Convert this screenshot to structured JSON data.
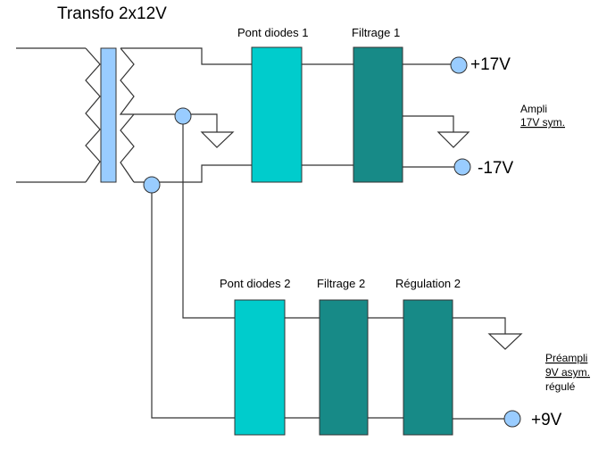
{
  "title": "Transfo 2x12V",
  "blocks": {
    "bridge1": "Pont diodes 1",
    "filter1": "Filtrage 1",
    "bridge2": "Pont diodes 2",
    "filter2": "Filtrage 2",
    "regulation2": "Régulation 2"
  },
  "outputs": {
    "plus17": "+17V",
    "minus17": "-17V",
    "plus9": "+9V"
  },
  "notes": {
    "ampli_line1": "Ampli",
    "ampli_line2": "17V sym.",
    "preampli_line1": "Préampli",
    "preampli_line2": "9V asym.",
    "preampli_line3": "régulé"
  },
  "colors": {
    "bridge": "#00cccc",
    "filter": "#178a87",
    "transformer": "#99ccff",
    "terminal": "#99ccff",
    "wire": "#333333"
  }
}
